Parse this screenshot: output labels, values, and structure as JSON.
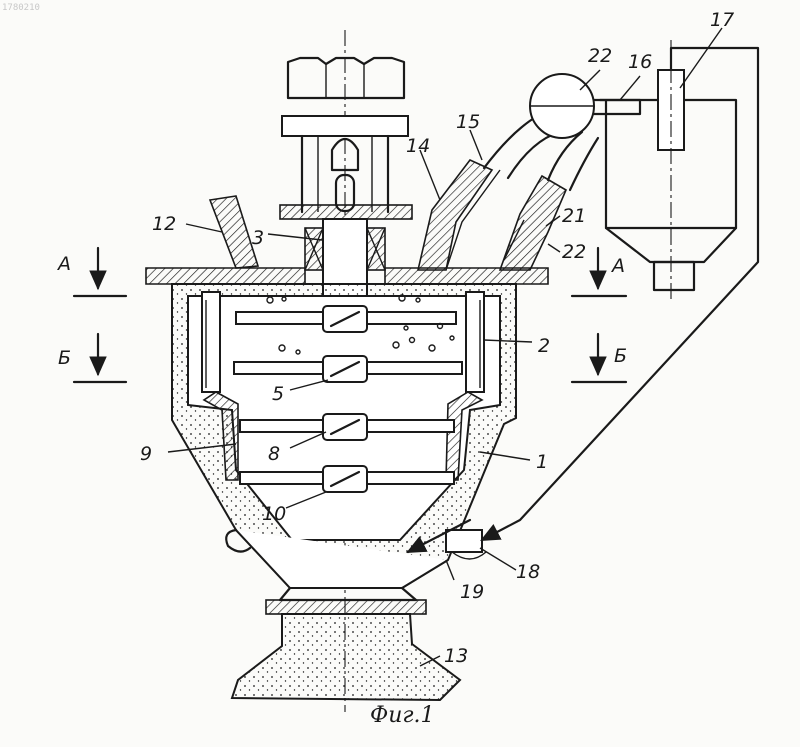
{
  "figure": {
    "caption": "Фиг.1",
    "watermark": "1780210"
  },
  "labels": {
    "l1": "1",
    "l2": "2",
    "l3": "3",
    "l5": "5",
    "l8": "8",
    "l9": "9",
    "l10": "10",
    "l12": "12",
    "l13": "13",
    "l14": "14",
    "l15": "15",
    "l16": "16",
    "l17": "17",
    "l18": "18",
    "l19": "19",
    "l21": "21",
    "l22a": "22",
    "l22b": "22"
  },
  "sections": {
    "a_left": "А",
    "a_right": "А",
    "b_left": "Б",
    "b_right": "Б"
  }
}
